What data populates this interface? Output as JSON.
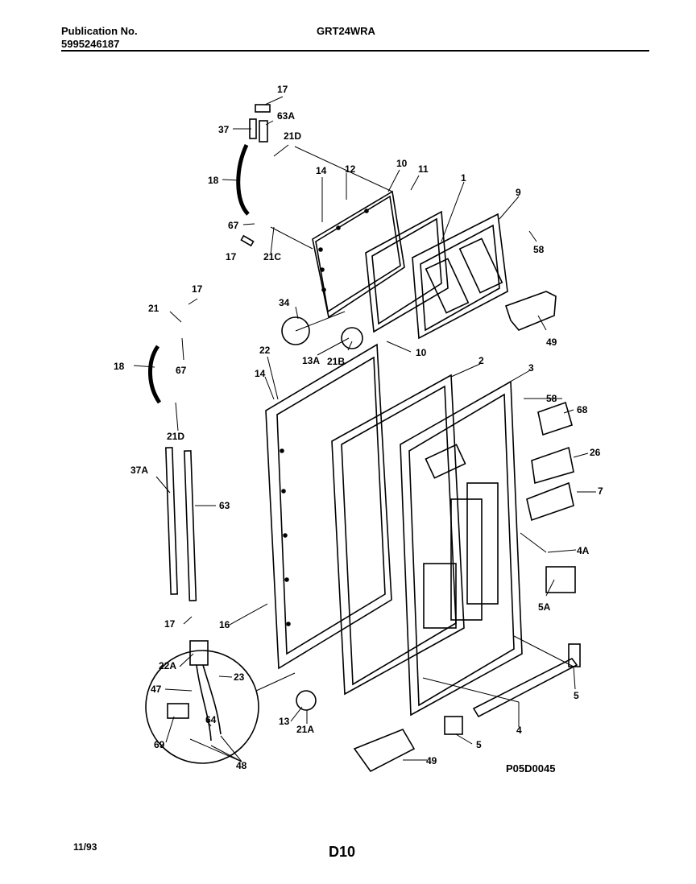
{
  "header": {
    "publication_label": "Publication No.",
    "publication_number": "5995246187",
    "model": "GRT24WRA"
  },
  "footer": {
    "date": "11/93",
    "page_id": "D10",
    "diagram_code": "P05D0045"
  },
  "callouts": {
    "c17a": "17",
    "c63A": "63A",
    "c37": "37",
    "c21D": "21D",
    "c18a": "18",
    "c14a": "14",
    "c12": "12",
    "c10a": "10",
    "c11": "11",
    "c1": "1",
    "c9": "9",
    "c67a": "67",
    "c21C": "21C",
    "c17b": "17",
    "c58a": "58",
    "c17c": "17",
    "c21": "21",
    "c34": "34",
    "c49a": "49",
    "c18b": "18",
    "c67b": "67",
    "c13A": "13A",
    "c21B": "21B",
    "c10b": "10",
    "c22": "22",
    "c2": "2",
    "c3": "3",
    "c14b": "14",
    "c58b": "58",
    "c68": "68",
    "c21Db": "21D",
    "c26": "26",
    "c37A": "37A",
    "c7": "7",
    "c63": "63",
    "c4A": "4A",
    "c5A": "5A",
    "c17d": "17",
    "c16": "16",
    "c22A": "22A",
    "c23": "23",
    "c47": "47",
    "c5a": "5",
    "c64": "64",
    "c4": "4",
    "c13": "13",
    "c21A": "21A",
    "c5b": "5",
    "c69": "69",
    "c48": "48",
    "c49b": "49"
  }
}
